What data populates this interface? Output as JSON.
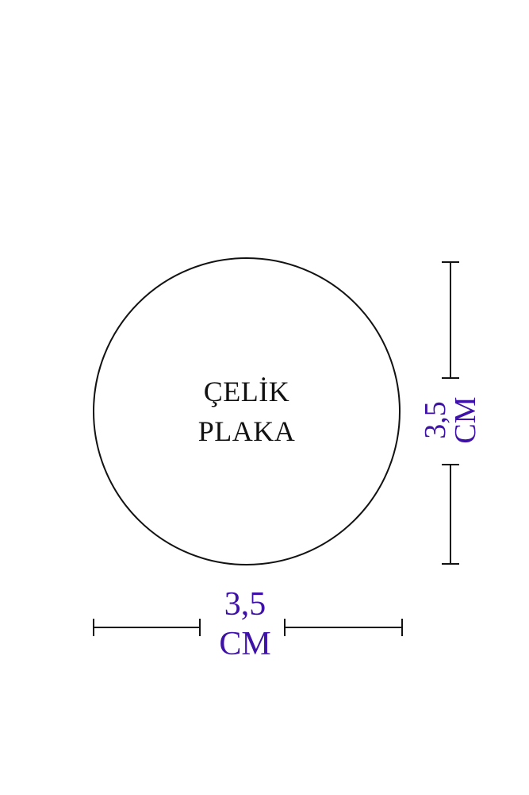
{
  "plate": {
    "label_line1": "ÇELİK",
    "label_line2": "PLAKA"
  },
  "dimensions": {
    "vertical": {
      "value": "3,5",
      "unit": "CM"
    },
    "horizontal": {
      "value": "3,5",
      "unit": "CM"
    }
  },
  "colors": {
    "line": "#121212",
    "dimension_text": "#3e11a8",
    "background": "#ffffff"
  }
}
